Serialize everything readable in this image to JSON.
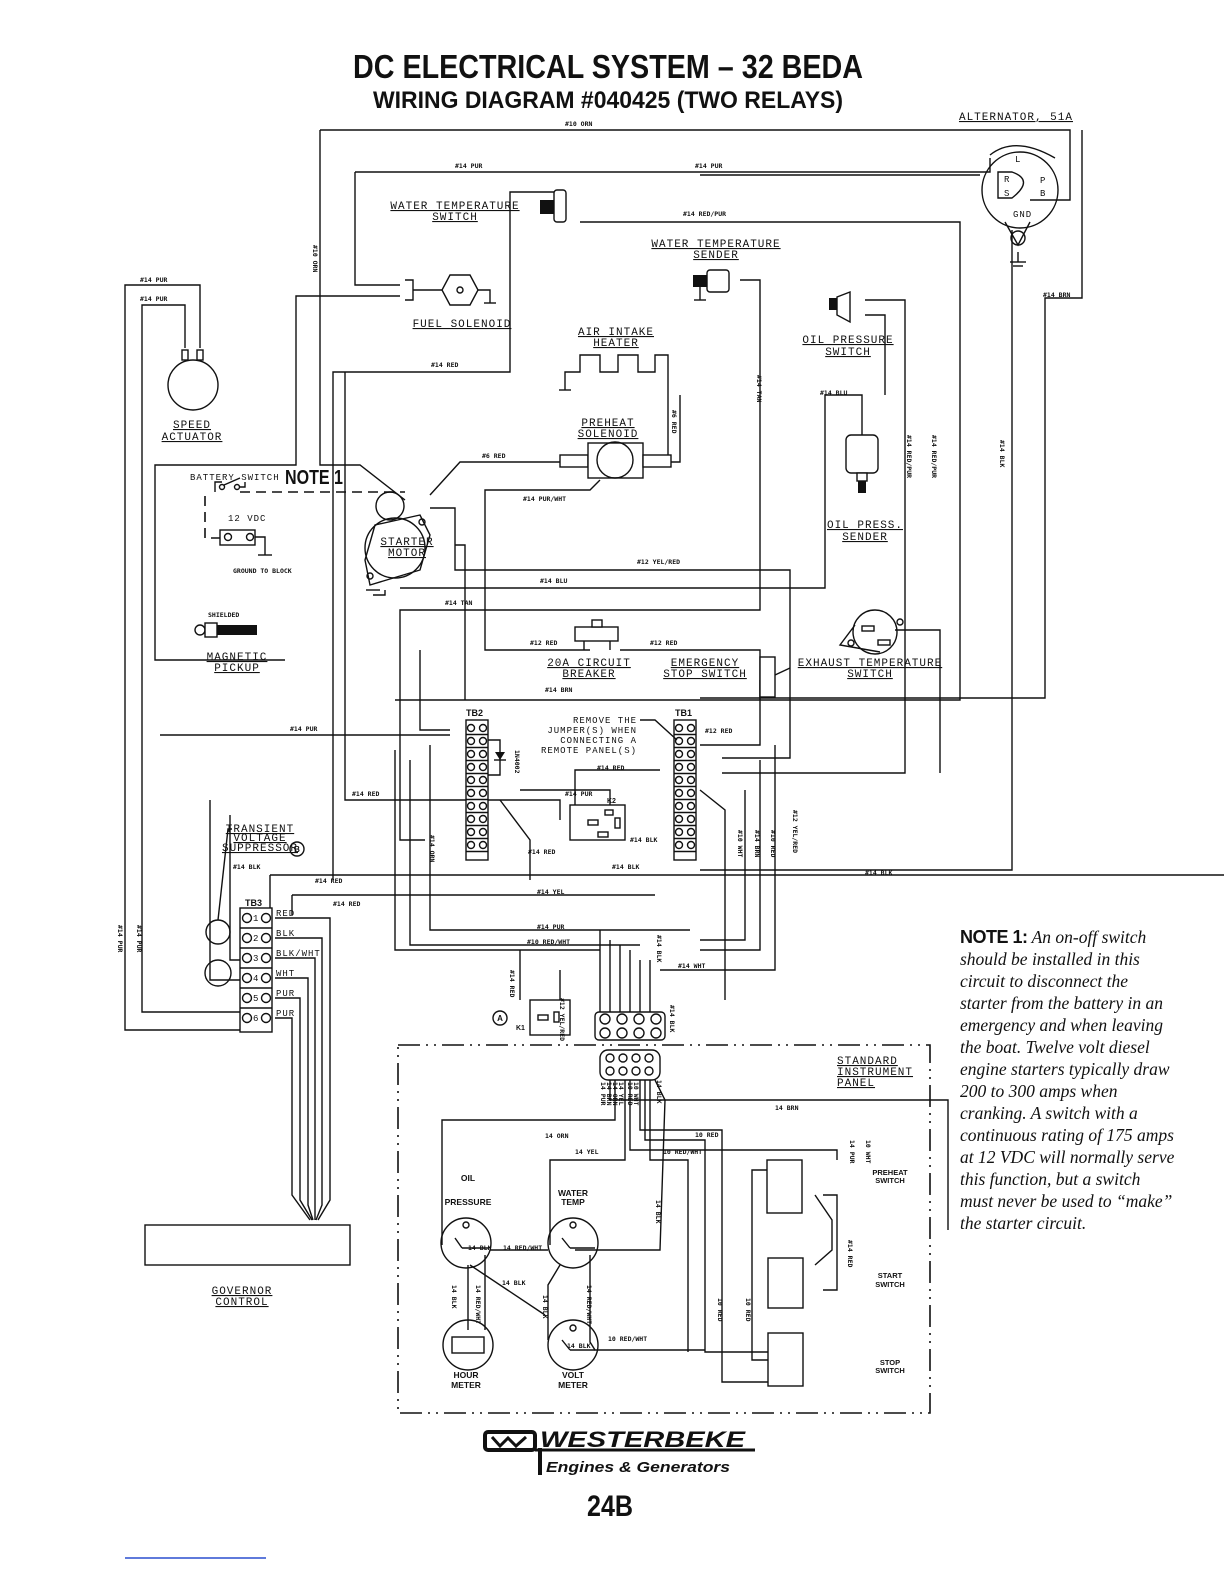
{
  "title": "DC ELECTRICAL SYSTEM – 32 BEDA",
  "subtitle": "WIRING DIAGRAM #040425 (TWO RELAYS)",
  "page_number": "24B",
  "logo": {
    "brand": "WESTERBEKE",
    "tagline": "Engines & Generators"
  },
  "note": {
    "heading": "NOTE 1:",
    "text": "An on-off switch should be installed in this circuit to disconnect the starter from the battery in an emergency and when leaving the boat. Twelve volt diesel engine starters typically draw 200 to 300 amps when cranking. A switch with a continuous rating of 175 amps at 12 VDC will normally serve this function, but a switch must never be used to “make” the starter circuit."
  },
  "components": {
    "alternator": "ALTERNATOR, 51A",
    "alt_terminals": [
      "L",
      "R",
      "P",
      "S",
      "B",
      "GND"
    ],
    "water_temp_switch": [
      "WATER TEMPERATURE",
      "SWITCH"
    ],
    "water_temp_sender": [
      "WATER TEMPERATURE",
      "SENDER"
    ],
    "fuel_solenoid": "FUEL SOLENOID",
    "air_intake_heater": [
      "AIR INTAKE",
      "HEATER"
    ],
    "oil_pressure_switch": [
      "OIL PRESSURE",
      "SWITCH"
    ],
    "speed_actuator": [
      "SPEED",
      "ACTUATOR"
    ],
    "preheat_solenoid": [
      "PREHEAT",
      "SOLENOID"
    ],
    "oil_press_sender": [
      "OIL PRESS.",
      "SENDER"
    ],
    "battery_switch": "BATTERY SWITCH",
    "note_ref": "NOTE 1",
    "battery": "12 VDC",
    "ground_to_block": "GROUND TO BLOCK",
    "starter_motor": [
      "STARTER",
      "MOTOR"
    ],
    "shielded": "SHIELDED",
    "magnetic_pickup": [
      "MAGNETIC",
      "PICKUP"
    ],
    "circuit_breaker": [
      "20A CIRCUIT",
      "BREAKER"
    ],
    "emergency_stop": [
      "EMERGENCY",
      "STOP SWITCH"
    ],
    "exhaust_temp_switch": [
      "EXHAUST TEMPERATURE",
      "SWITCH"
    ],
    "tb1": "TB1",
    "tb2": "TB2",
    "tb3": "TB3",
    "jumper_note": [
      "REMOVE THE",
      "JUMPER(S) WHEN",
      "CONNECTING A",
      "REMOTE PANEL(S)"
    ],
    "diode": "1N4002",
    "k1": "K1",
    "k2": "K2",
    "tvs": [
      "TRANSIENT",
      "VOLTAGE",
      "SUPPRESSOR"
    ],
    "marker_a": "A",
    "marker_b": "B",
    "tb3_wires": [
      "RED",
      "BLK",
      "BLK/WHT",
      "WHT",
      "PUR",
      "PUR"
    ],
    "tb3_terminals": [
      "1",
      "2",
      "3",
      "4",
      "5",
      "6"
    ],
    "governor_control": [
      "GOVERNOR",
      "CONTROL"
    ],
    "instrument_panel": [
      "STANDARD",
      "INSTRUMENT",
      "PANEL"
    ],
    "oil_pressure_gauge": [
      "OIL",
      "PRESSURE"
    ],
    "water_temp_gauge": [
      "WATER",
      "TEMP"
    ],
    "hour_meter": [
      "HOUR",
      "METER"
    ],
    "volt_meter": [
      "VOLT",
      "METER"
    ],
    "preheat_switch": [
      "PREHEAT",
      "SWITCH"
    ],
    "start_switch": [
      "START",
      "SWITCH"
    ],
    "stop_switch": [
      "STOP",
      "SWITCH"
    ]
  },
  "wire_labels": {
    "top": [
      "#10 ORN",
      "#14 PUR",
      "#14 PUR",
      "#14 RED/PUR",
      "#10 ORN",
      "#14 PUR",
      "#14 PUR",
      "#14 BRN",
      "#14 RED",
      "#14 TAN",
      "#6 RED",
      "#14 BLU",
      "#14 RED/PUR",
      "#14 RED/PUR",
      "#14 BLK",
      "#6 RED",
      "#14 PUR/WHT",
      "#12 YEL/RED",
      "#14 BLU",
      "#14 TAN",
      "#12 RED",
      "#12 RED",
      "#14 BRN"
    ],
    "middle": [
      "#14 PUR",
      "#12 RED",
      "#14 RED",
      "#14 RED",
      "#14 PUR",
      "#14 BLK",
      "#14 RED",
      "#14 BLK",
      "#14 ORN",
      "#10 WHT",
      "#14 BRN",
      "#10 RED",
      "#12 YEL/RED",
      "#14 BLK",
      "#14 BLK",
      "#14 RED",
      "#14 RED",
      "#14 YEL",
      "#14 PUR",
      "#14 PUR",
      "#14 PUR",
      "#10 RED/WHT",
      "#14 WHT",
      "#14 BLK",
      "#14 RED",
      "#12 YEL/RED",
      "#14 BLK"
    ],
    "panel": [
      "14 PUR",
      "14 BRN",
      "14 ORN",
      "14 YEL",
      "10 RED",
      "10 WHT",
      "14 BLK",
      "14 BRN",
      "14 ORN",
      "10 RED",
      "14 YEL",
      "10 RED/WHT",
      "14 BLK",
      "14 RED/WHT",
      "14 BLK",
      "14 BLK",
      "14 RED/WHT",
      "14 BLK",
      "14 BLK",
      "14 RED/WHT",
      "10 RED/WHT",
      "14 BLK",
      "10 RED",
      "10 RED",
      "14 PUR",
      "10 WHT",
      "#14 RED"
    ]
  }
}
